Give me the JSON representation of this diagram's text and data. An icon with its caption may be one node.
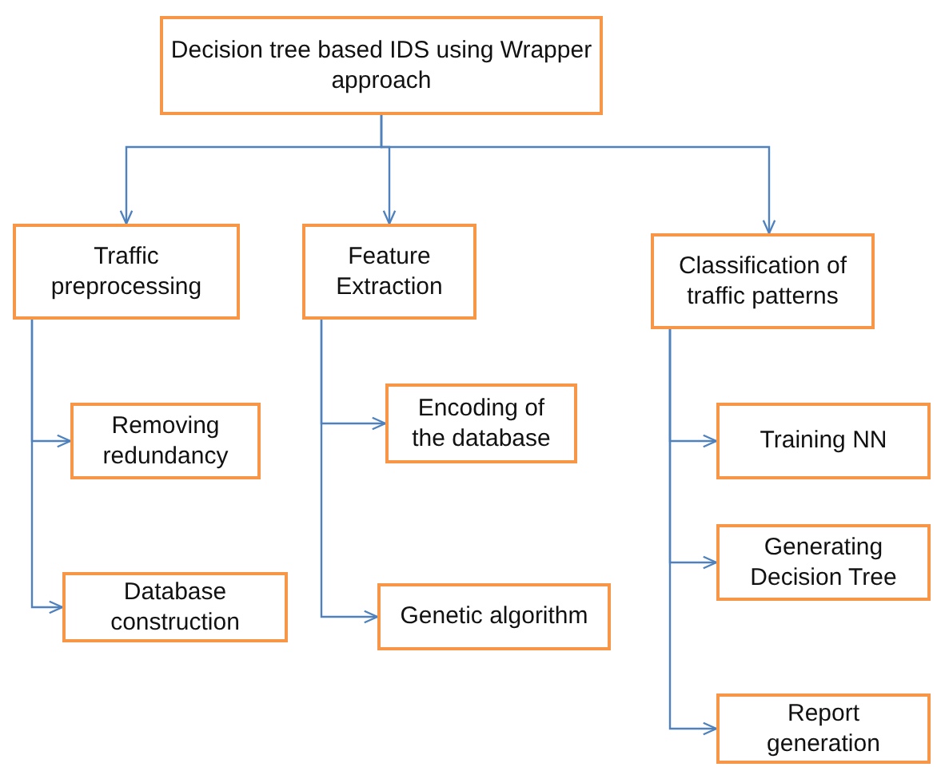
{
  "diagram": {
    "nodes": [
      {
        "text": [
          "Decision tree based IDS using Wrapper approach"
        ]
      },
      {
        "text": [
          "Traffic preprocessing"
        ]
      },
      {
        "text": [
          "Feature Extraction"
        ]
      },
      {
        "text": [
          "Classification of traffic patterns"
        ]
      },
      {
        "text": [
          "Removing redundancy"
        ]
      },
      {
        "text": [
          "Database construction"
        ]
      },
      {
        "text": [
          "Encoding of the database"
        ]
      },
      {
        "text": [
          "Genetic algorithm"
        ]
      },
      {
        "text": [
          "Training NN"
        ]
      },
      {
        "text": [
          "Generating Decision Tree"
        ]
      },
      {
        "text": [
          "Report generation"
        ]
      }
    ],
    "edges": [
      {
        "from": 0,
        "to": 1,
        "arrow": "to"
      },
      {
        "from": 0,
        "to": 2,
        "arrow": "to"
      },
      {
        "from": 0,
        "to": 3,
        "arrow": "to"
      },
      {
        "from": 1,
        "to": 4,
        "arrow": "to"
      },
      {
        "from": 1,
        "to": 5,
        "arrow": "to"
      },
      {
        "from": 2,
        "to": 6,
        "arrow": "to"
      },
      {
        "from": 2,
        "to": 7,
        "arrow": "to"
      },
      {
        "from": 3,
        "to": 8,
        "arrow": "to"
      },
      {
        "from": 3,
        "to": 9,
        "arrow": "to"
      },
      {
        "from": 3,
        "to": 10,
        "arrow": "to"
      }
    ]
  }
}
